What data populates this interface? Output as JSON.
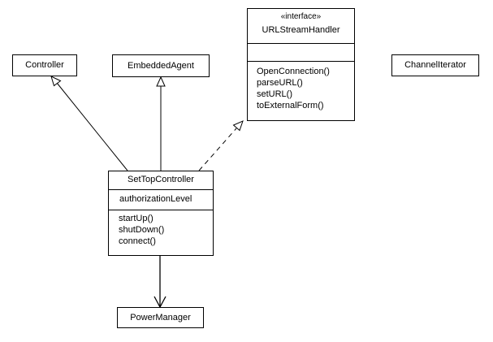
{
  "classes": {
    "controller": {
      "name": "Controller"
    },
    "embedded_agent": {
      "name": "EmbeddedAgent"
    },
    "url_stream_handler": {
      "stereotype": "«interface»",
      "name": "URLStreamHandler",
      "attributes": [],
      "operations": [
        "OpenConnection()",
        "parseURL()",
        "setURL()",
        "toExternalForm()"
      ]
    },
    "channel_iterator": {
      "name": "ChannelIterator"
    },
    "set_top_controller": {
      "name": "SetTopController",
      "attributes": [
        "authorizationLevel"
      ],
      "operations": [
        "startUp()",
        "shutDown()",
        "connect()"
      ]
    },
    "power_manager": {
      "name": "PowerManager"
    }
  },
  "relations": [
    {
      "from": "SetTopController",
      "to": "Controller",
      "kind": "generalization"
    },
    {
      "from": "SetTopController",
      "to": "EmbeddedAgent",
      "kind": "generalization"
    },
    {
      "from": "SetTopController",
      "to": "URLStreamHandler",
      "kind": "realization"
    },
    {
      "from": "SetTopController",
      "to": "PowerManager",
      "kind": "navigable-association"
    }
  ]
}
